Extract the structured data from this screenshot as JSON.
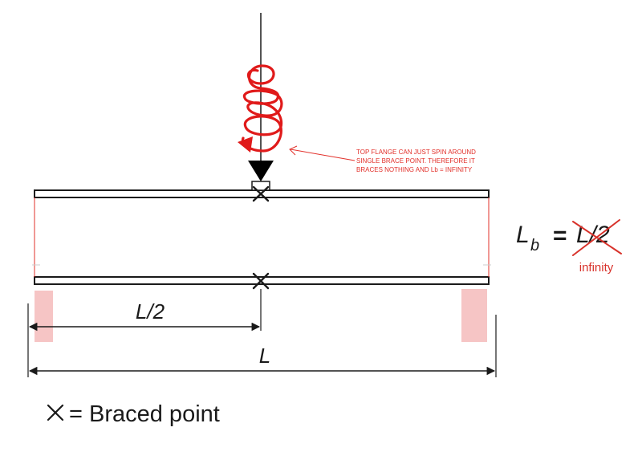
{
  "annotation": {
    "lines": [
      "TOP FLANGE CAN JUST SPIN AROUND",
      "SINGLE BRACE POINT.  THEREFORE IT",
      "BRACES NOTHING AND Lb = INFINITY"
    ],
    "color": "#e2302a"
  },
  "dimensions": {
    "half_span": "L/2",
    "full_span": "L"
  },
  "unbraced_length": {
    "symbol": "L",
    "subscript": "b",
    "equals": "=",
    "original_value": "L/2",
    "revised_value": "infinity",
    "revision_color": "#d8322b"
  },
  "legend": {
    "symbol": "×",
    "text": "= Braced point"
  },
  "colors": {
    "beam": "#1a1a1a",
    "support": "#f6c5c5",
    "spiral": "#e01a1a"
  }
}
